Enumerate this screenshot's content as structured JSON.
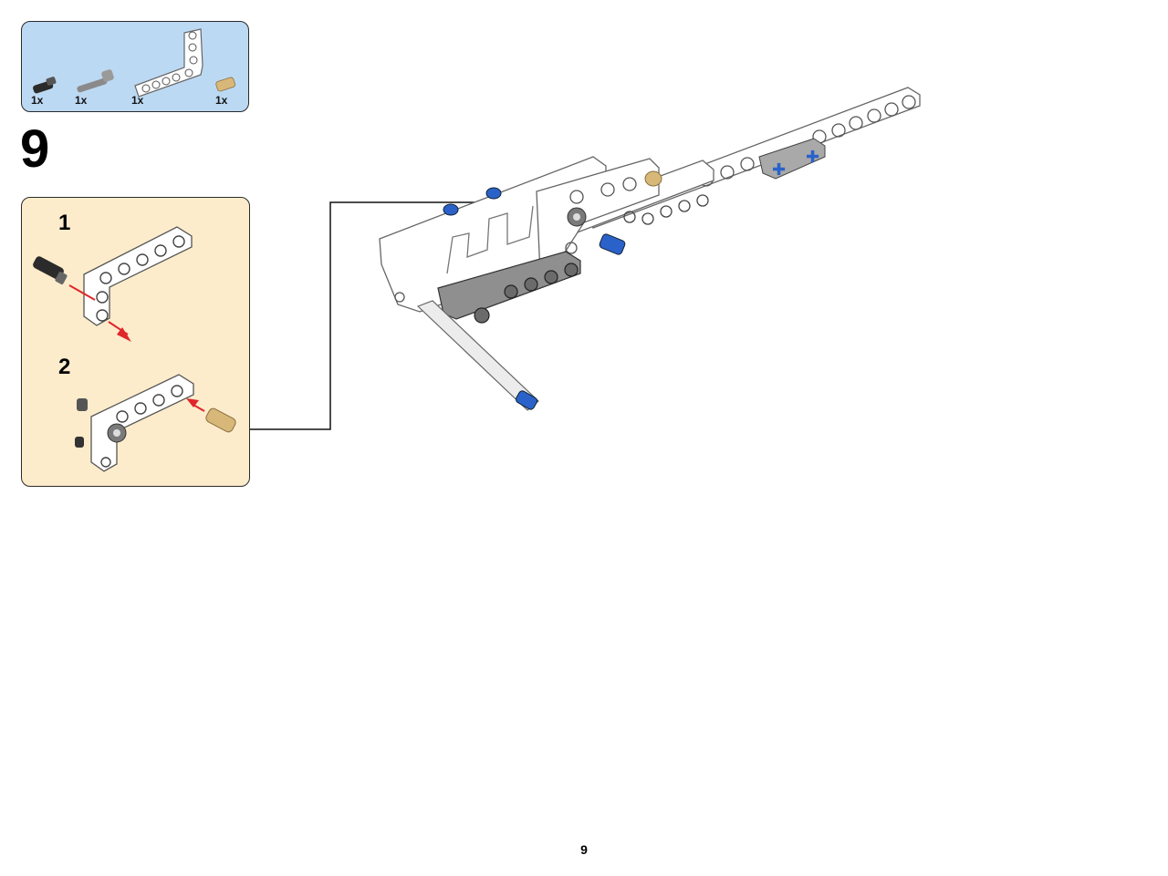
{
  "parts_list": {
    "items": [
      {
        "icon": "black-pin-with-bushing-icon",
        "quantity": "1x"
      },
      {
        "icon": "grey-axle-pin-icon",
        "quantity": "1x"
      },
      {
        "icon": "white-l-beam-icon",
        "quantity": "1x"
      },
      {
        "icon": "tan-axle-pin-icon",
        "quantity": "1x"
      }
    ]
  },
  "step": {
    "number": "9"
  },
  "substeps": [
    {
      "number": "1"
    },
    {
      "number": "2"
    }
  ],
  "colors": {
    "parts_box_bg": "#bcd9f3",
    "substep_box_bg": "#fdeccb",
    "arrow_red": "#e0262b",
    "pin_blue": "#2a62c9",
    "pin_tan": "#d8b878"
  },
  "page": {
    "number": "9"
  }
}
